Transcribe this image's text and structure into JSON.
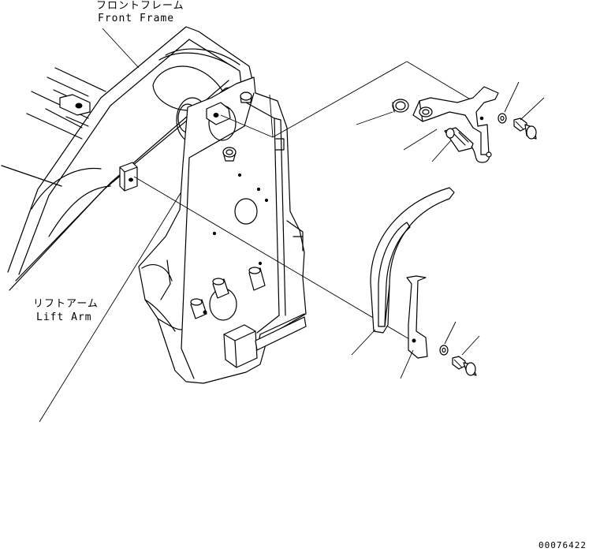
{
  "labels": {
    "front_frame_jp": "フロントフレーム",
    "front_frame_en": "Front Frame",
    "lift_arm_jp": "リフトアーム",
    "lift_arm_en": "Lift Arm"
  },
  "drawing_number": "00076422"
}
